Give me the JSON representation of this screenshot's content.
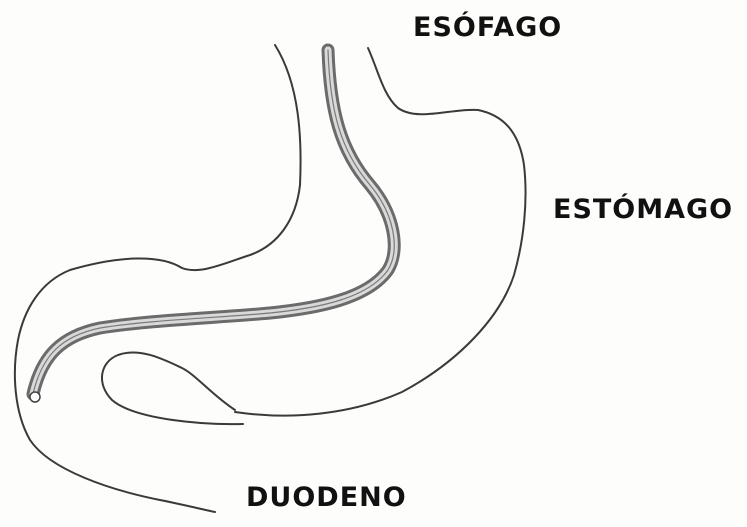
{
  "labels": {
    "esophagus": "ESÓFAGO",
    "stomach": "ESTÓMAGO",
    "duodenum": "DUODENO"
  },
  "style": {
    "background": "#fdfdfc",
    "outline_color": "#3a3a3a",
    "tube_color": "#6b6b6b",
    "text_color": "#111111"
  }
}
